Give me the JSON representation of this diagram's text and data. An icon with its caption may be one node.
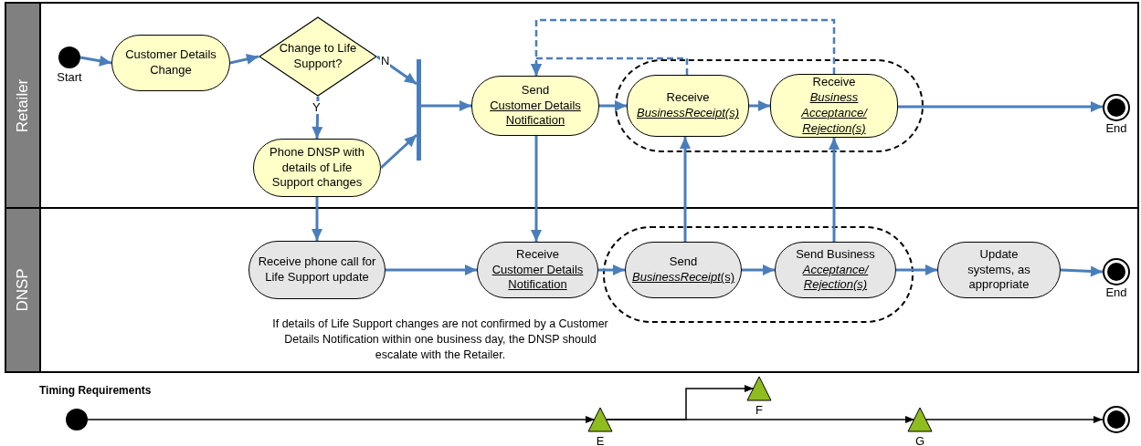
{
  "diagram": {
    "nodes": [
      {
        "text": [
          "Retailer"
        ]
      },
      {
        "text": [
          "DNSP"
        ]
      },
      {
        "text": [],
        "shape": "circle",
        "in": 0,
        "beside": [
          "Start"
        ]
      },
      {
        "text": [
          "Customer Details Change"
        ],
        "in": 0
      },
      {
        "text": [
          "Change to Life Support?"
        ],
        "in": 0
      },
      {
        "text": [],
        "shape": "bar",
        "in": 0
      },
      {
        "text": [
          "Phone DNSP with details of Life Support changes"
        ],
        "in": 0
      },
      {
        "text": [
          "Send",
          "Customer Details Notification"
        ],
        "in": 0
      },
      {
        "text": [],
        "shape": "box",
        "in": 0
      },
      {
        "text": [
          "Receive",
          "BusinessReceipt(s)"
        ],
        "in": 8
      },
      {
        "text": [
          "Receive",
          "Business Acceptance/ Rejection(s)"
        ],
        "in": 8
      },
      {
        "text": [],
        "shape": "bullseye",
        "in": 0,
        "beside": [
          "End"
        ]
      },
      {
        "text": [
          "Receive phone call for Life Support update"
        ],
        "in": 1
      },
      {
        "text": [
          "Receive",
          "Customer Details Notification"
        ],
        "in": 1
      },
      {
        "text": [],
        "shape": "box",
        "in": 1
      },
      {
        "text": [
          "Send",
          "*BusinessReceipt*(s)"
        ],
        "in": 14
      },
      {
        "text": [
          "Send Business",
          "Acceptance/ Rejection(s)"
        ],
        "in": 14
      },
      {
        "text": [
          "Update systems, as appropriate"
        ],
        "in": 1
      },
      {
        "text": [],
        "shape": "bullseye",
        "in": 1,
        "beside": [
          "End"
        ]
      },
      {
        "text": [],
        "shape": "circle"
      },
      {
        "text": [],
        "shape": "triangle",
        "beside": [
          "E"
        ]
      },
      {
        "text": [],
        "shape": "triangle",
        "beside": [
          "F"
        ]
      },
      {
        "text": [],
        "shape": "triangle",
        "beside": [
          "G"
        ]
      },
      {
        "text": [],
        "shape": "bullseye"
      }
    ],
    "edges": [
      {
        "from": 2,
        "to": 3,
        "arrow": "to"
      },
      {
        "from": 3,
        "to": 4,
        "arrow": "to"
      },
      {
        "from": 4,
        "to": 5,
        "arrow": "to",
        "label": "N"
      },
      {
        "from": 4,
        "to": 6,
        "arrow": "to",
        "label": "Y"
      },
      {
        "from": 6,
        "to": 5,
        "arrow": "to"
      },
      {
        "from": 5,
        "to": 7,
        "arrow": "to"
      },
      {
        "from": 7,
        "to": 9,
        "arrow": "to"
      },
      {
        "from": 9,
        "to": 10,
        "arrow": "to"
      },
      {
        "from": 10,
        "to": 11,
        "arrow": "to"
      },
      {
        "from": 9,
        "to": 7,
        "arrow": "to",
        "style": "dashed"
      },
      {
        "from": 10,
        "to": 7,
        "arrow": "to",
        "style": "dashed"
      },
      {
        "from": 6,
        "to": 12,
        "arrow": "to"
      },
      {
        "from": 7,
        "to": 13,
        "arrow": "to"
      },
      {
        "from": 12,
        "to": 13,
        "arrow": "to"
      },
      {
        "from": 13,
        "to": 15,
        "arrow": "to"
      },
      {
        "from": 15,
        "to": 16,
        "arrow": "to"
      },
      {
        "from": 16,
        "to": 17,
        "arrow": "to"
      },
      {
        "from": 17,
        "to": 18,
        "arrow": "to"
      },
      {
        "from": 15,
        "to": 9,
        "arrow": "to"
      },
      {
        "from": 16,
        "to": 10,
        "arrow": "to"
      },
      {
        "from": 19,
        "to": 20,
        "arrow": "to",
        "color": "#000000"
      },
      {
        "from": 20,
        "to": 21,
        "arrow": "to",
        "color": "#000000"
      },
      {
        "from": 20,
        "to": 22,
        "arrow": "to",
        "color": "#000000"
      },
      {
        "from": 22,
        "to": 23,
        "arrow": "to",
        "color": "#000000"
      }
    ],
    "labels": [
      "If details of Life Support changes are not confirmed by a Customer Details Notification within one business day, the DNSP should escalate with the Retailer.",
      "Timing Requirements"
    ]
  }
}
